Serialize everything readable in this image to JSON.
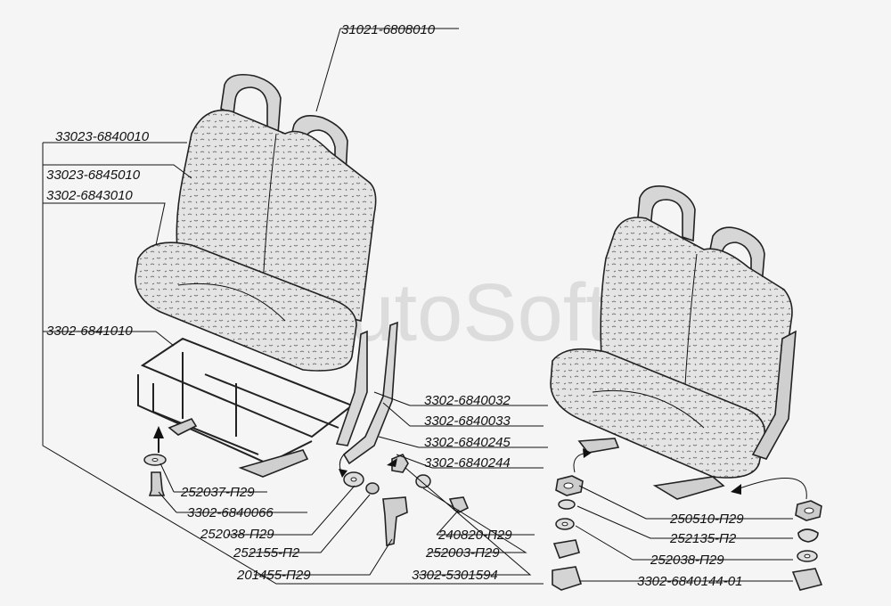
{
  "watermark": "AutoSoft",
  "labels": {
    "seat_assembly_top": "31021-6808010",
    "seat_double": "33023-6840010",
    "backrest": "33023-6845010",
    "cushion": "3302-6843010",
    "frame": "3302-6841010",
    "bracket_1": "3302-6840032",
    "bracket_2": "3302-6840033",
    "bracket_3": "3302-6840245",
    "bracket_4": "3302-6840244",
    "washer_252037": "252037-П29",
    "bolt_3302": "3302-6840066",
    "washer_252038_left": "252038-П29",
    "washer_252155": "252155-П2",
    "bolt_201455": "201455-П29",
    "screw_240820": "240820-П29",
    "washer_252003": "252003-П29",
    "nut_3302_5301594": "3302-5301594",
    "nut_250510": "250510-П29",
    "washer_252135": "252135-П2",
    "washer_252038_right": "252038-П29",
    "plate_3302_6840144": "3302-6840144-01"
  }
}
